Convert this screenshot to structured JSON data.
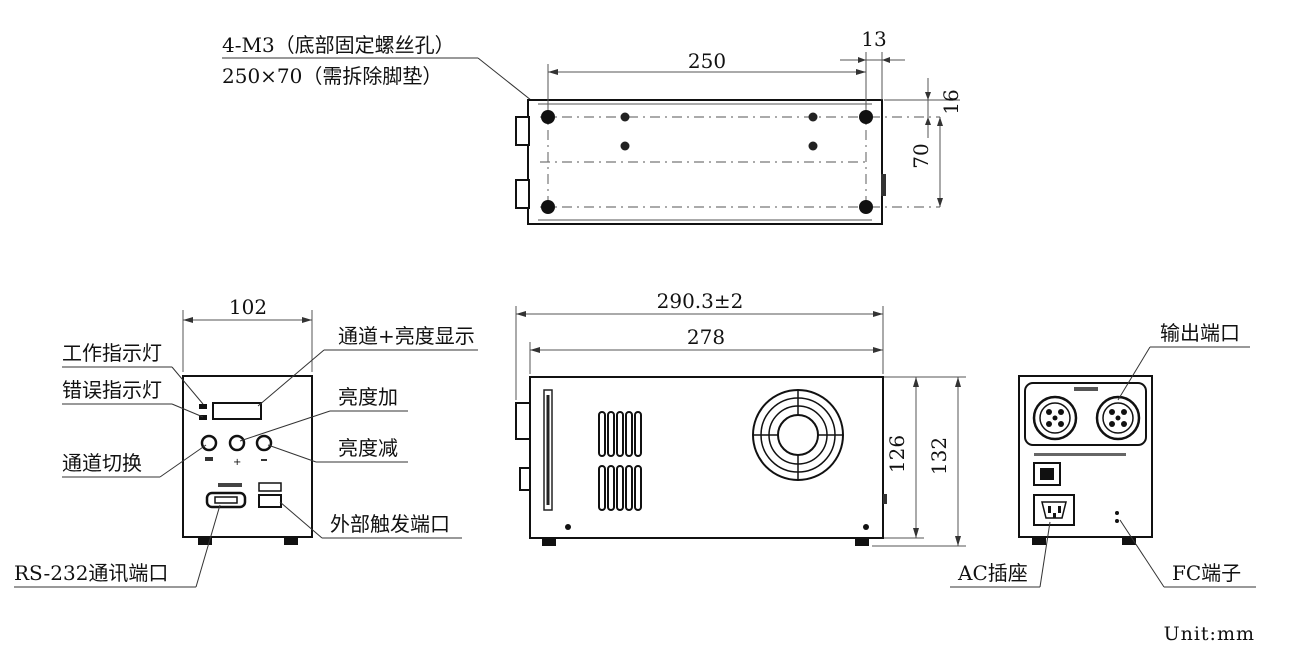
{
  "top_view": {
    "note_line1": "4-M3（底部固定螺丝孔）",
    "note_line2": "250×70（需拆除脚垫）",
    "dim_width": "250",
    "dim_offset": "13",
    "dim_edge": "16",
    "dim_depth": "70"
  },
  "front_view": {
    "dim_width": "102",
    "label_work_light": "工作指示灯",
    "label_error_light": "错误指示灯",
    "label_channel_switch": "通道切换",
    "label_display": "通道+亮度显示",
    "label_brightness_up": "亮度加",
    "label_brightness_down": "亮度减",
    "label_trigger_port": "外部触发端口",
    "label_rs232_port": "RS-232通讯端口"
  },
  "side_view": {
    "dim_overall_length": "290.3±2",
    "dim_body_length": "278",
    "dim_body_height": "126",
    "dim_overall_height": "132"
  },
  "rear_view": {
    "label_output_port": "输出端口",
    "label_ac_socket": "AC插座",
    "label_fc_terminal": "FC端子"
  },
  "unit_label": "Unit:mm"
}
